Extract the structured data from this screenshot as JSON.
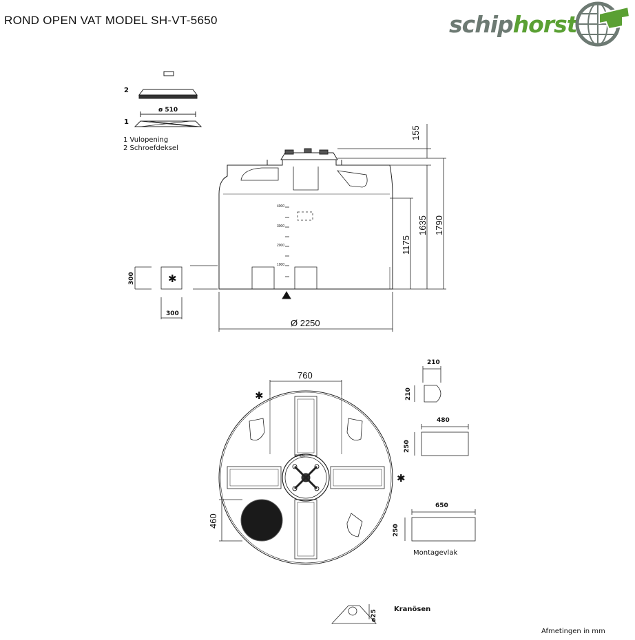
{
  "title": "ROND OPEN VAT MODEL SH-VT-5650",
  "logo": {
    "text_part1": "schip",
    "text_part2": "horst"
  },
  "legend": {
    "items": [
      {
        "num": "1",
        "label": "1 Vulopening"
      },
      {
        "num": "2",
        "label": "2 Schroefdeksel"
      }
    ],
    "opening_diameter": "ø 510"
  },
  "side_view": {
    "dim_lid": "155",
    "dim_top_shoulder": "1635",
    "dim_total_height": "1790",
    "dim_outlet_height": "1175",
    "dim_diameter": "Ø 2250",
    "foot_height": "300",
    "foot_width": "300",
    "scale_marks": [
      "4000",
      "3000",
      "2000",
      "1000"
    ]
  },
  "top_view": {
    "dim_center_width": "760",
    "dim_mesh": "460",
    "lid_text": "OPEN"
  },
  "montage": {
    "piece1_w": "210",
    "piece1_h": "210",
    "piece2_w": "480",
    "piece2_h": "250",
    "piece3_w": "650",
    "piece3_h": "250",
    "label": "Montagevlak"
  },
  "kranosen": {
    "dim": "ø25",
    "label": "Kranösen"
  },
  "units_note": "Afmetingen in mm",
  "colors": {
    "logo_gray": "#6d7a73",
    "logo_green": "#5aa033",
    "line": "#222222"
  }
}
